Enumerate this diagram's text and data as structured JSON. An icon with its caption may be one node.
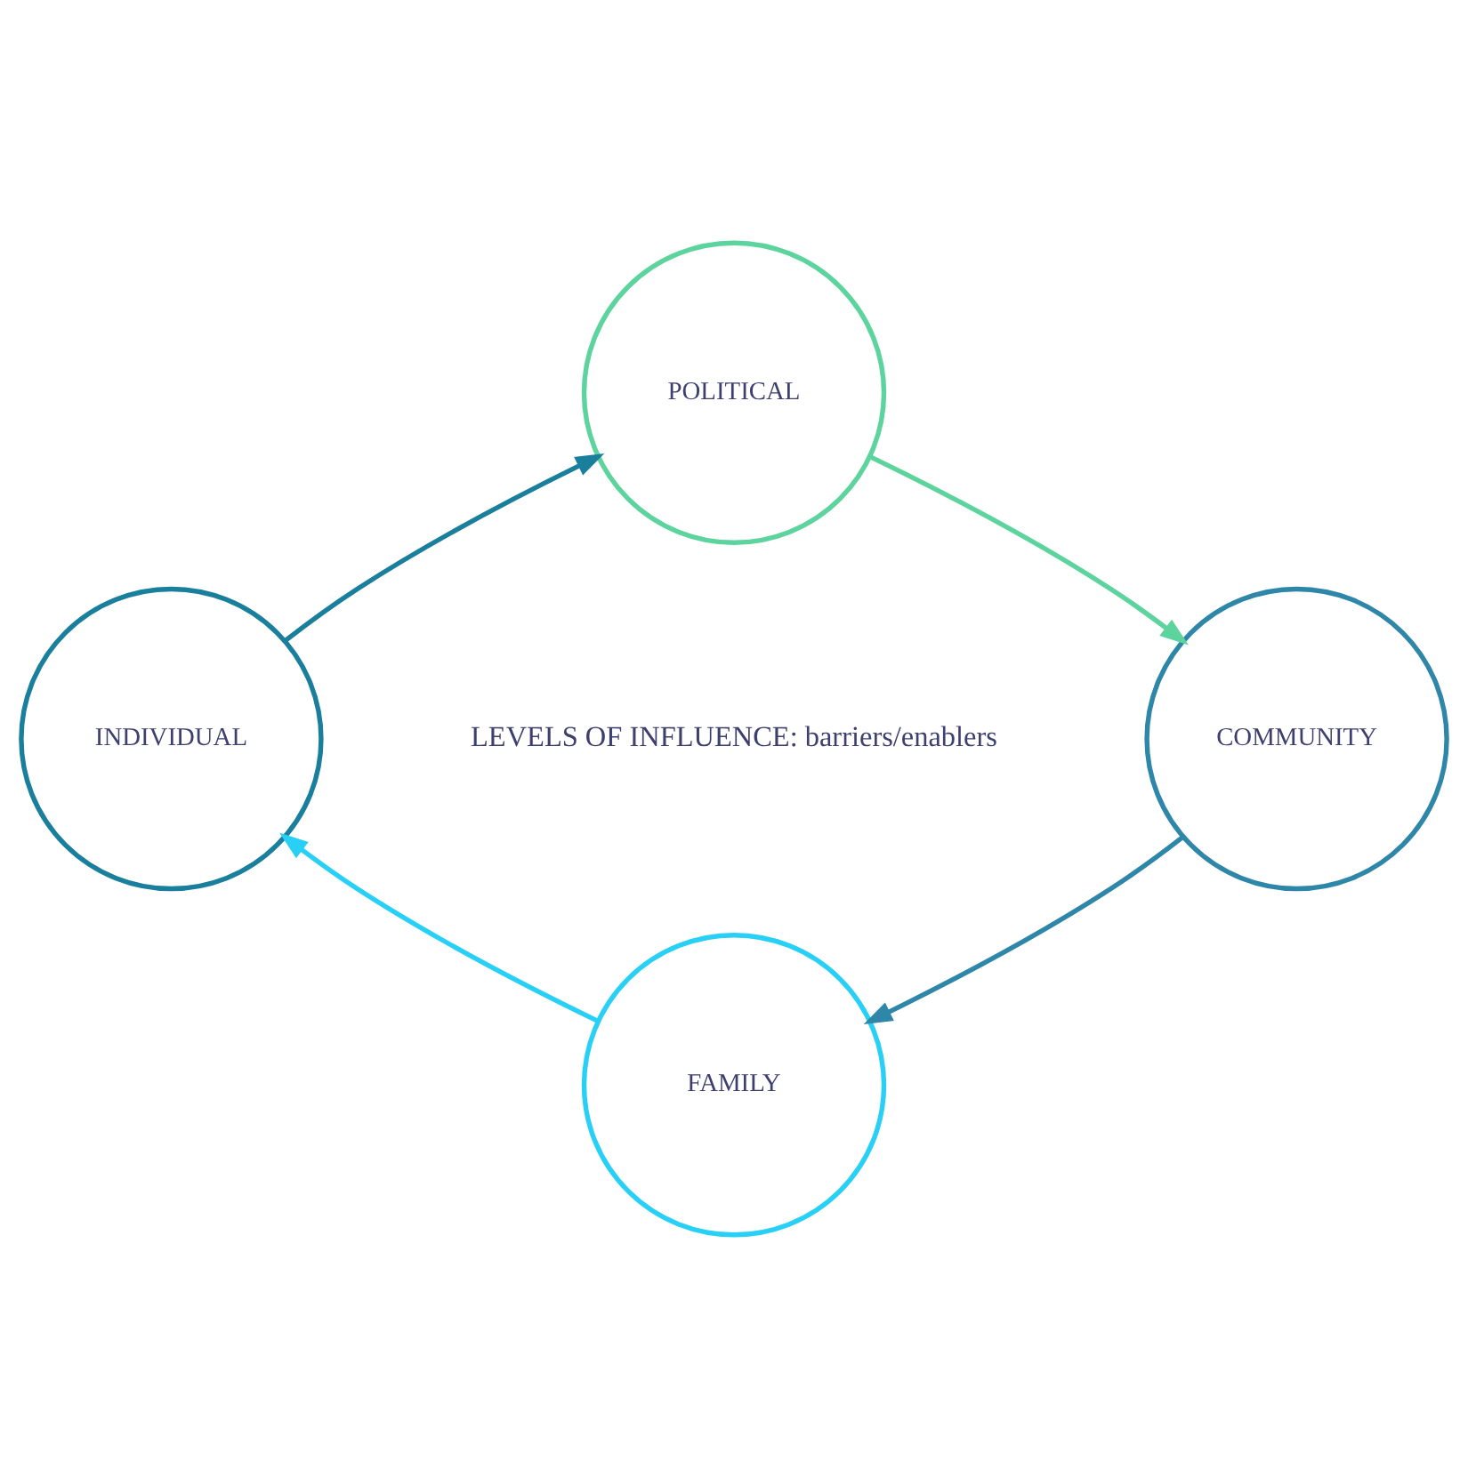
{
  "diagram": {
    "nodes": [
      {
        "text": [
          "POLITICAL"
        ]
      },
      {
        "text": [
          "COMMUNITY"
        ]
      },
      {
        "text": [
          "FAMILY"
        ]
      },
      {
        "text": [
          "INDIVIDUAL"
        ]
      }
    ],
    "edges": [
      {
        "from": 0,
        "to": 1,
        "arrow": "to",
        "color": "#5dd39e"
      },
      {
        "from": 1,
        "to": 2,
        "arrow": "to",
        "color": "#2e86a8"
      },
      {
        "from": 2,
        "to": 3,
        "arrow": "to",
        "color": "#29d0f5"
      },
      {
        "from": 3,
        "to": 0,
        "arrow": "to",
        "color": "#1a7f9c"
      }
    ],
    "labels": [
      "LEVELS OF INFLUENCE: barriers/enablers"
    ]
  }
}
